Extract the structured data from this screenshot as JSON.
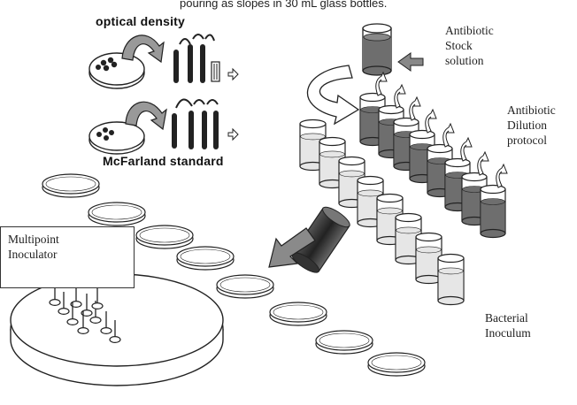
{
  "caption": "pouring as slopes in 30 mL glass bottles.",
  "labels": {
    "optical_density": "optical density",
    "mcfarland_standard": "McFarland standard",
    "antibiotic_stock": [
      "Antibiotic",
      "Stock",
      "solution"
    ],
    "antibiotic_dilution": [
      "Antibiotic",
      "Dilution",
      "protocol"
    ],
    "bacterial_inoculum": [
      "Bacterial",
      "Inoculum"
    ],
    "multipoint_inoculator": [
      "Multipoint",
      "Inoculator"
    ]
  },
  "colors": {
    "line": "#222222",
    "liquid_dark": "#6e6e6e",
    "liquid_light": "#e6e6e6",
    "arrow_fill": "#8a8a8a"
  }
}
